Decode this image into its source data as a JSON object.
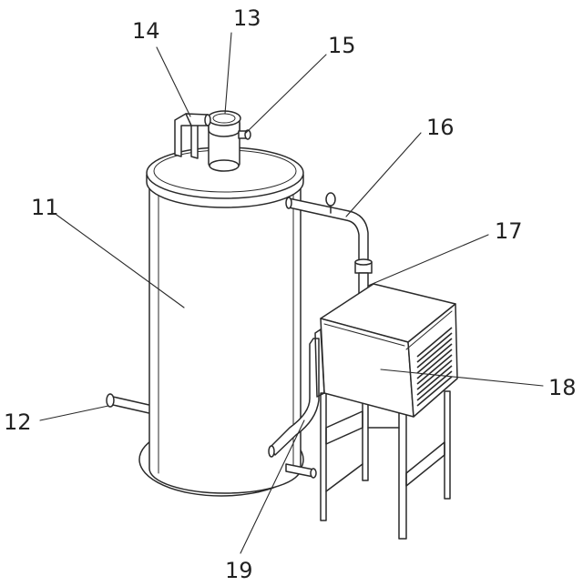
{
  "labels": {
    "tank_body": "11",
    "bottom_pipe": "12",
    "top_center_pipe": "13",
    "vent_pipe": "14",
    "side_nozzle": "15",
    "connecting_pipe": "16",
    "inlet_pipe": "17",
    "cooling_box": "18",
    "return_pipe": "19"
  }
}
